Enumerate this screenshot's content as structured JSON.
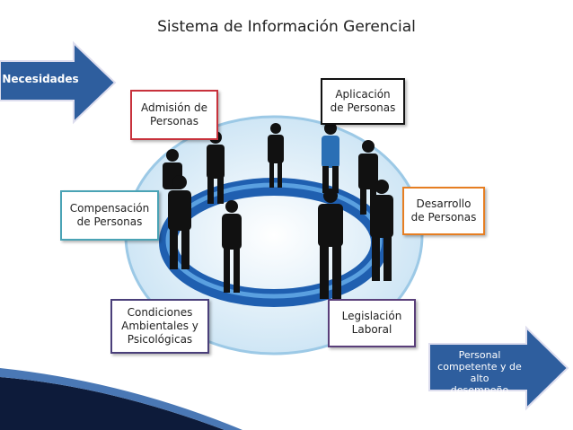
{
  "title": "Sistema de Información Gerencial",
  "input_arrow": "Necesidades",
  "output_arrow": [
    "Personal",
    "competente y de alto",
    "desempeño"
  ],
  "boxes": {
    "admision": [
      "Admisión de",
      "Personas"
    ],
    "aplicacion": [
      "Aplicación",
      "de Personas"
    ],
    "compensacion": [
      "Compensación",
      "de Personas"
    ],
    "desarrollo": [
      "Desarrollo",
      "de Personas"
    ],
    "condiciones": [
      "Condiciones",
      "Ambientales y",
      "Psicológicas"
    ],
    "legislacion": [
      "Legislación",
      "Laboral"
    ]
  },
  "colors": {
    "arrow": "#2e5e9e",
    "admision": "#c8323c",
    "aplicacion": "#111111",
    "compensacion": "#4aa3b5",
    "desarrollo": "#e67e22",
    "condiciones": "#4a3f7a",
    "legislacion": "#5a3f7a"
  }
}
